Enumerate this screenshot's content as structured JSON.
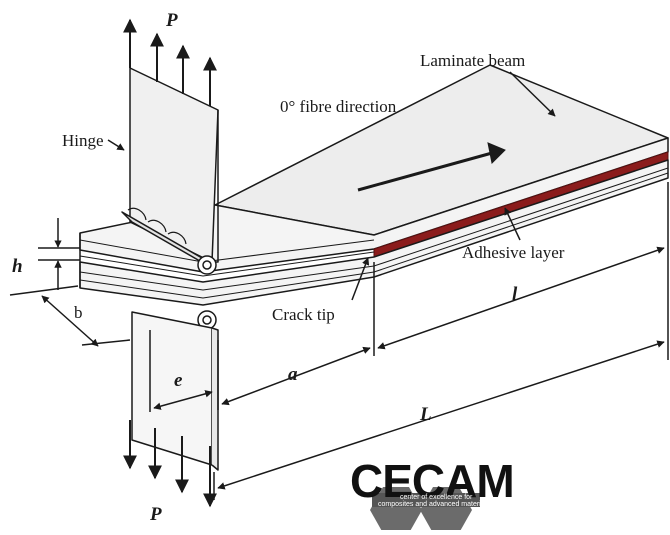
{
  "labels": {
    "load_top": "P",
    "load_bottom": "P",
    "hinge": "Hinge",
    "fibre_direction": "0° fibre direction",
    "laminate_beam": "Laminate beam",
    "adhesive_layer": "Adhesive layer",
    "crack_tip": "Crack tip",
    "thickness": "h",
    "width": "b",
    "offset": "e",
    "crack_length": "a",
    "bonded_length": "l",
    "total_length": "L"
  },
  "logo": {
    "name": "CECAM",
    "tagline_1": "center of excellence for",
    "tagline_2": "composites and advanced materials"
  },
  "colors": {
    "ink": "#1a1a1a",
    "beam_fill": "#ededed",
    "adhesive": "#8b1c1c",
    "logo_hex": "#6b6b6b"
  }
}
